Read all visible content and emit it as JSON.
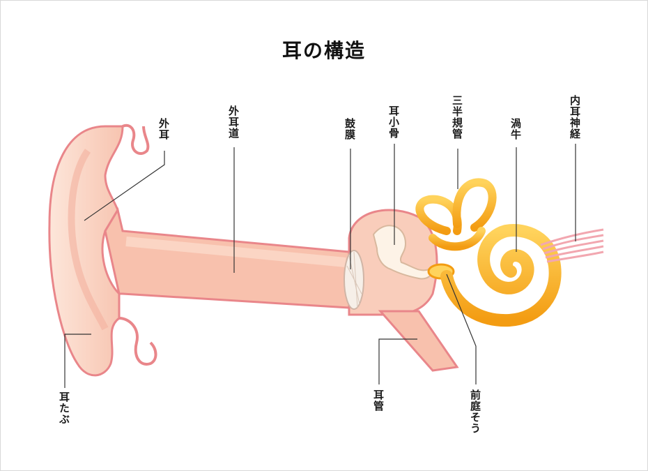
{
  "title": "耳の構造",
  "labels": {
    "outer_ear": "外耳",
    "ear_canal": "外耳道",
    "eardrum": "鼓膜",
    "ossicles": "耳小骨",
    "semicircular_canals": "三半規管",
    "cochlea": "渦牛",
    "auditory_nerve": "内耳神経",
    "earlobe": "耳たぶ",
    "eustachian_tube": "耳管",
    "vestibule": "前庭そう"
  },
  "colors": {
    "skin": "#fbd9c9",
    "skin_outline": "#e9868a",
    "canal": "#f8c1ad",
    "bone": "#f5a623",
    "bone_light": "#ffd35c",
    "nerve": "#f2a7b0",
    "leader": "#333333"
  }
}
